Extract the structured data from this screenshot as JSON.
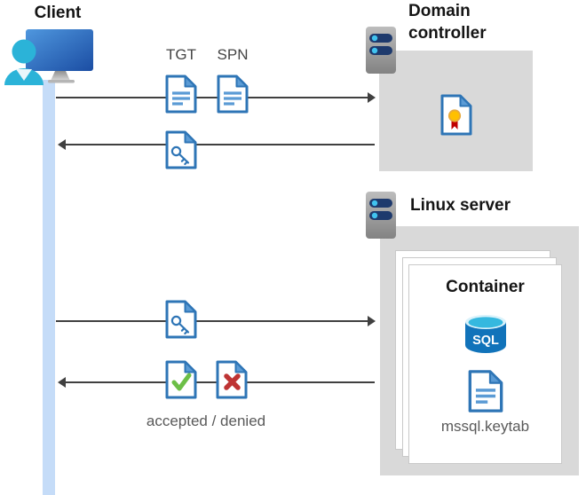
{
  "diagram": {
    "client": {
      "label": "Client"
    },
    "domain_controller": {
      "label": "Domain controller"
    },
    "linux_server": {
      "label": "Linux server"
    },
    "container": {
      "title": "Container",
      "sql_label": "SQL",
      "keytab_label": "mssql.keytab"
    },
    "tickets": {
      "tgt_label": "TGT",
      "spn_label": "SPN"
    },
    "response": {
      "accepted_denied_label": "accepted / denied"
    },
    "icons": {
      "client": "monitor-user-icon",
      "domain_controller": "server-icon",
      "linux_server": "server-icon",
      "tgt": "document-lines-icon",
      "spn": "document-lines-icon",
      "ticket": "document-key-icon",
      "certificate": "document-certificate-icon",
      "accepted": "document-check-icon",
      "denied": "document-x-icon",
      "database": "sql-database-icon",
      "keytab_file": "document-lines-icon"
    },
    "colors": {
      "doc_border_blue": "#2E75B6",
      "doc_fold_blue": "#5B9BD5",
      "accepted_green": "#6CBF47",
      "denied_red": "#BE3434",
      "certificate_yellow": "#FFC000",
      "certificate_ribbon_red": "#C00000",
      "sql_body_blue": "#1173BA",
      "sql_top_cyan": "#35B8DF",
      "server_pill_navy": "#1E3A6D",
      "server_dot_cyan": "#41C3EF",
      "timeline_blue": "#C5DCF8",
      "box_gray": "#D9D9D9",
      "arrow_gray": "#404040",
      "person_cyan": "#2BB3D8",
      "monitor_blue": "#2A63B6"
    }
  }
}
